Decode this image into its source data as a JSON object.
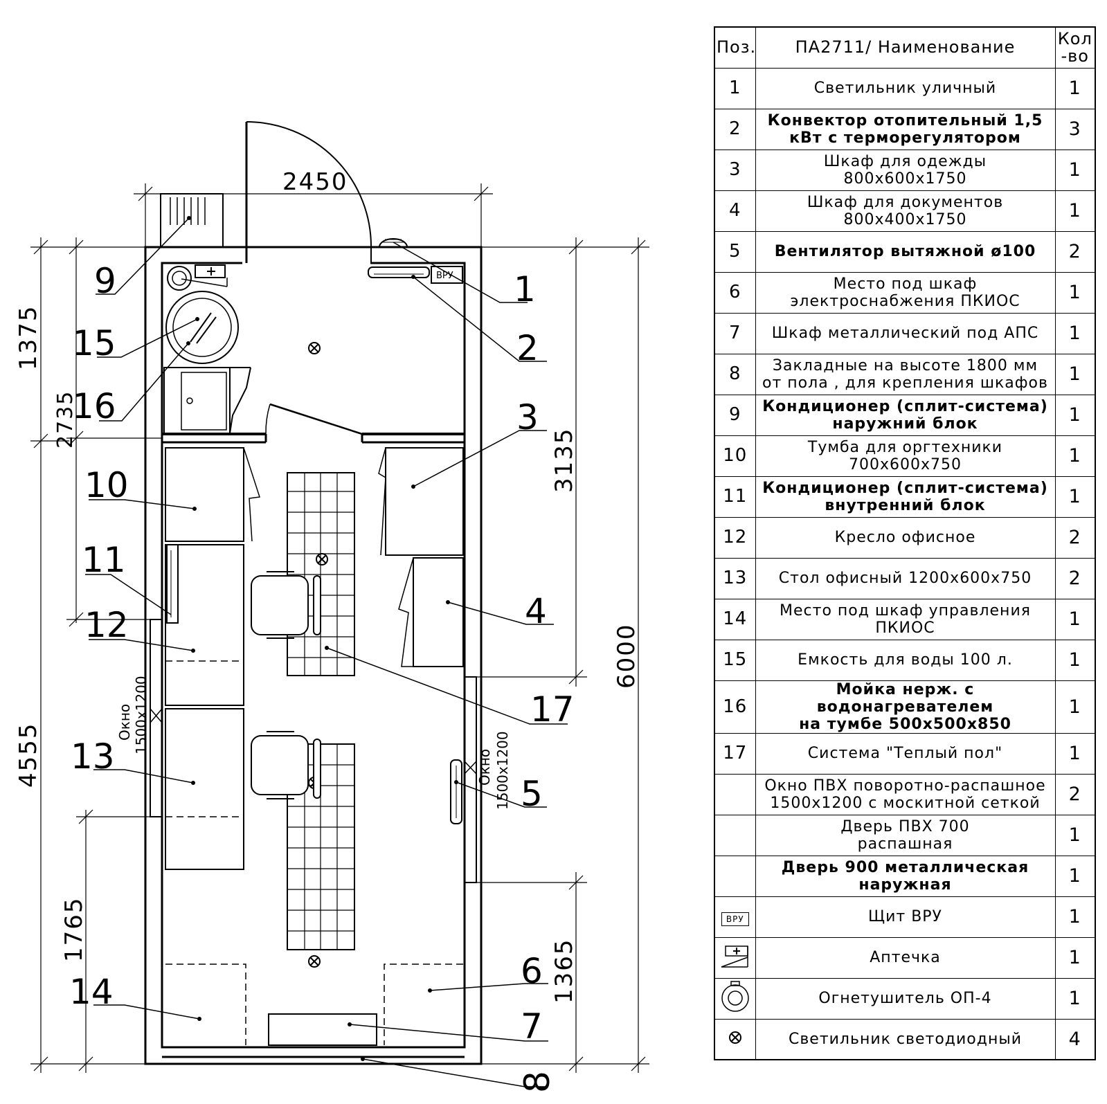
{
  "plan": {
    "dimensions": {
      "top_width": "2450",
      "total_height": "6000",
      "left_1375": "1375",
      "left_2735": "2735",
      "left_4555": "4555",
      "left_1765": "1765",
      "right_3135": "3135",
      "right_1365": "1365"
    },
    "vru_label": "ВРУ",
    "window_left": [
      "Окно",
      "1500x1200"
    ],
    "window_right": [
      "Окно",
      "1500x1200"
    ],
    "callouts": [
      "1",
      "2",
      "3",
      "4",
      "5",
      "6",
      "7",
      "8",
      "9",
      "10",
      "11",
      "12",
      "13",
      "14",
      "15",
      "16",
      "17"
    ]
  },
  "spec_table": {
    "headers": {
      "pos": "Поз.",
      "name": "ПА2711/ Наименование",
      "qty_line1": "Кол",
      "qty_line2": "-во"
    },
    "rows": [
      {
        "pos": "1",
        "name": [
          "Светильник   уличный"
        ],
        "qty": "1",
        "bold": false
      },
      {
        "pos": "2",
        "name": [
          "Конвектор отопительный 1,5",
          "кВт с терморегулятором"
        ],
        "qty": "3",
        "bold": true
      },
      {
        "pos": "3",
        "name": [
          "Шкаф для одежды",
          "800x600x1750"
        ],
        "qty": "1",
        "bold": false
      },
      {
        "pos": "4",
        "name": [
          "Шкаф для документов",
          "800x400x1750"
        ],
        "qty": "1",
        "bold": false
      },
      {
        "pos": "5",
        "name": [
          "Вентилятор вытяжной ø100"
        ],
        "qty": "2",
        "bold": true
      },
      {
        "pos": "6",
        "name": [
          "Место под шкаф",
          "электроснабжения ПКИОС"
        ],
        "qty": "1",
        "bold": false
      },
      {
        "pos": "7",
        "name": [
          "Шкаф металлический под АПС"
        ],
        "qty": "1",
        "bold": false
      },
      {
        "pos": "8",
        "name": [
          "Закладные  на высоте 1800 мм",
          "от пола , для крепления шкафов"
        ],
        "qty": "1",
        "bold": false
      },
      {
        "pos": "9",
        "name": [
          "Кондиционер (сплит-система)",
          "наружний блок"
        ],
        "qty": "1",
        "bold": true
      },
      {
        "pos": "10",
        "name": [
          "Тумба для оргтехники",
          "700x600x750"
        ],
        "qty": "1",
        "bold": false
      },
      {
        "pos": "11",
        "name": [
          "Кондиционер (сплит-система)",
          "внутренний блок"
        ],
        "qty": "1",
        "bold": true
      },
      {
        "pos": "12",
        "name": [
          "Кресло   офисное"
        ],
        "qty": "2",
        "bold": false
      },
      {
        "pos": "13",
        "name": [
          "Стол офисный 1200x600x750"
        ],
        "qty": "2",
        "bold": false
      },
      {
        "pos": "14",
        "name": [
          "Место под шкаф управления",
          "ПКИОС"
        ],
        "qty": "1",
        "bold": false
      },
      {
        "pos": "15",
        "name": [
          "Емкость для воды 100  л."
        ],
        "qty": "1",
        "bold": false
      },
      {
        "pos": "16",
        "name": [
          "Мойка нерж. с водонагревателем",
          "на тумбе 500x500x850"
        ],
        "qty": "1",
        "bold": true
      },
      {
        "pos": "17",
        "name": [
          "Система \"Теплый пол\""
        ],
        "qty": "1",
        "bold": false
      },
      {
        "pos": "",
        "name": [
          "Окно ПВХ поворотно-распашное",
          "1500x1200 с москитной сеткой"
        ],
        "qty": "2",
        "bold": false
      },
      {
        "pos": "",
        "name": [
          "Дверь ПВХ 700",
          "распашная"
        ],
        "qty": "1",
        "bold": false
      },
      {
        "pos": "",
        "name": [
          "Дверь 900 металлическая",
          "наружная"
        ],
        "qty": "1",
        "bold": true
      },
      {
        "pos": "vru-icon",
        "name": [
          "Щит ВРУ"
        ],
        "qty": "1",
        "bold": false
      },
      {
        "pos": "first-aid-icon",
        "name": [
          "Аптечка"
        ],
        "qty": "1",
        "bold": false
      },
      {
        "pos": "extinguisher-icon",
        "name": [
          "Огнетушитель ОП-4"
        ],
        "qty": "1",
        "bold": false
      },
      {
        "pos": "light-icon",
        "name": [
          "Светильник светодиодный"
        ],
        "qty": "4",
        "bold": false
      }
    ]
  }
}
